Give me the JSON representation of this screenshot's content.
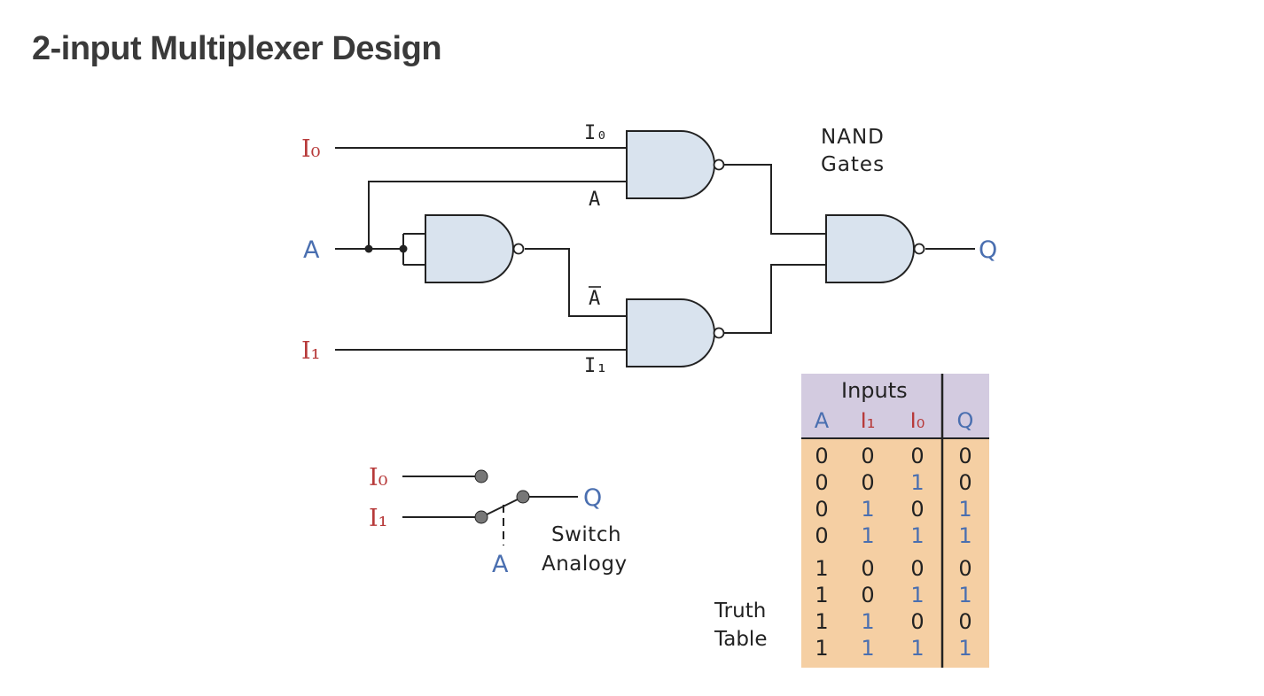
{
  "title": "2-input Multiplexer Design",
  "labels": {
    "i0_main": "I₀",
    "a_main": "A",
    "i1_main": "I₁",
    "q_main": "Q",
    "i0_gate": "I₀",
    "a_gate": "A",
    "a_bar_gate": "A",
    "i1_gate": "I₁",
    "nand_line1": "NAND",
    "nand_line2": "Gates"
  },
  "switch": {
    "i0": "I₀",
    "i1": "I₁",
    "q": "Q",
    "a": "A",
    "caption_line1": "Switch",
    "caption_line2": "Analogy"
  },
  "truth_table": {
    "group_header": "Inputs",
    "caption_line1": "Truth",
    "caption_line2": "Table",
    "columns": [
      "A",
      "I₁",
      "I₀",
      "Q"
    ],
    "rows": [
      [
        "0",
        "0",
        "0",
        "0"
      ],
      [
        "0",
        "0",
        "1",
        "0"
      ],
      [
        "0",
        "1",
        "0",
        "1"
      ],
      [
        "0",
        "1",
        "1",
        "1"
      ],
      [
        "1",
        "0",
        "0",
        "0"
      ],
      [
        "1",
        "0",
        "1",
        "1"
      ],
      [
        "1",
        "1",
        "0",
        "0"
      ],
      [
        "1",
        "1",
        "1",
        "1"
      ]
    ],
    "colors": {
      "header_bg": "#d3cbe0",
      "body_bg": "#f5cfa3"
    }
  },
  "colors": {
    "red_label": "#b73a3a",
    "blue_label": "#4a6fb0",
    "gate_fill": "#d9e3ee"
  }
}
